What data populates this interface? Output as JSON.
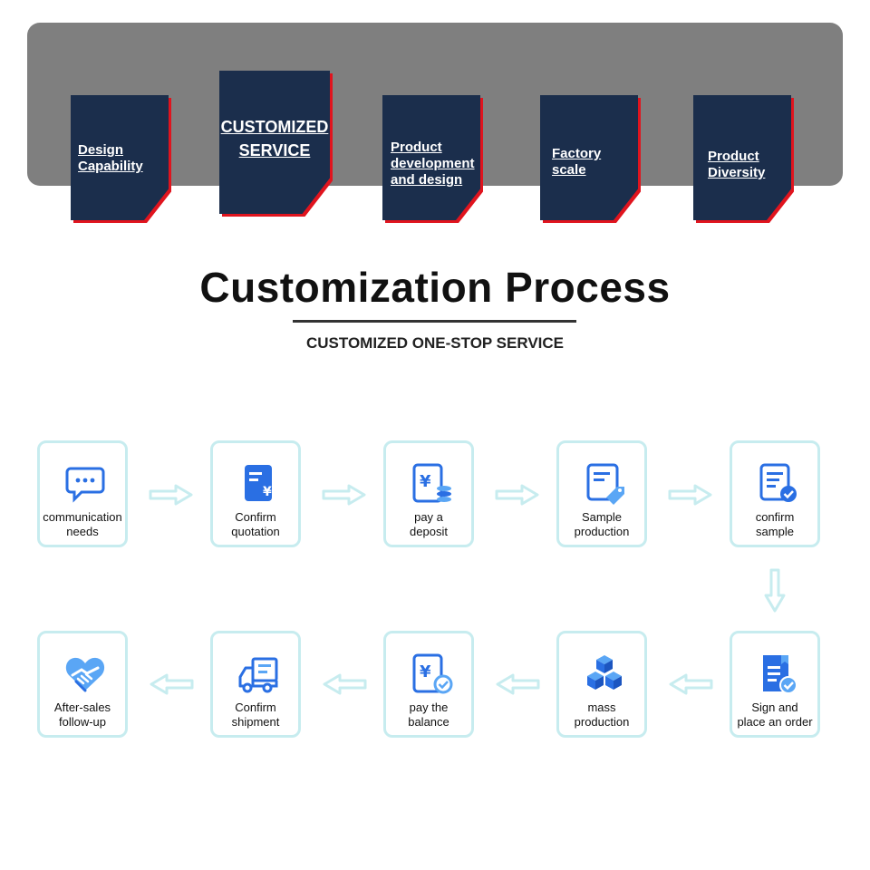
{
  "banner": {
    "cards": [
      {
        "label": "Design\nCapability",
        "icon": "none"
      },
      {
        "label": "CUSTOMIZED\nSERVICE",
        "icon": "none"
      },
      {
        "label": "Product\ndevelopment\nand design",
        "icon": "none"
      },
      {
        "label": "Factory\nscale",
        "icon": "none"
      },
      {
        "label": "Product\nDiversity",
        "icon": "none"
      }
    ]
  },
  "header": {
    "title": "Customization Process",
    "subtitle": "CUSTOMIZED ONE-STOP SERVICE"
  },
  "process": {
    "steps": [
      {
        "label": "communication\nneeds",
        "icon": "chat-bubble-icon"
      },
      {
        "label": "Confirm\nquotation",
        "icon": "quotation-icon"
      },
      {
        "label": "pay a\ndeposit",
        "icon": "deposit-icon"
      },
      {
        "label": "Sample\nproduction",
        "icon": "sample-tag-icon"
      },
      {
        "label": "confirm\nsample",
        "icon": "check-document-icon"
      },
      {
        "label": "Sign and\nplace an order",
        "icon": "sign-order-icon"
      },
      {
        "label": "mass\nproduction",
        "icon": "cubes-icon"
      },
      {
        "label": "pay the\nbalance",
        "icon": "balance-check-icon"
      },
      {
        "label": "Confirm\nshipment",
        "icon": "truck-icon"
      },
      {
        "label": "After-sales\nfollow-up",
        "icon": "heart-handshake-icon"
      }
    ]
  },
  "colors": {
    "banner_bg": "#7f7f7f",
    "card_bg": "#1b2e4c",
    "card_accent": "#e0141e",
    "step_border": "#c7ecef",
    "arrow": "#c7ecef",
    "icon_blue": "#2a6fe3",
    "icon_light": "#5aa6f5"
  }
}
